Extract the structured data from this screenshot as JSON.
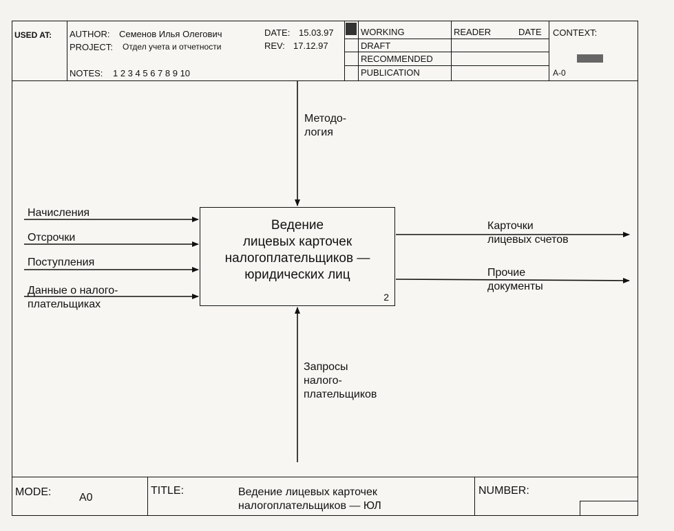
{
  "header": {
    "used_at_label": "USED AT:",
    "author_label": "AUTHOR:",
    "author_value": "Семенов Илья Олегович",
    "project_label": "PROJECT:",
    "project_value": "Отдел учета и отчетности",
    "date_label": "DATE:",
    "date_value": "15.03.97",
    "rev_label": "REV:",
    "rev_value": "17.12.97",
    "notes_label": "NOTES:",
    "notes_value": "1 2 3 4 5 6 7 8 9 10",
    "status": [
      "WORKING",
      "DRAFT",
      "RECOMMENDED",
      "PUBLICATION"
    ],
    "reader_label": "READER",
    "reader_date_label": "DATE",
    "context_label": "CONTEXT:",
    "context_node": "A-0"
  },
  "diagram": {
    "box_title_lines": [
      "Ведение",
      "лицевых карточек",
      "налогоплательщиков —",
      "юридических лиц"
    ],
    "box_number": "2",
    "control_lines": [
      "Методо-",
      "логия"
    ],
    "inputs": [
      {
        "lines": [
          "Начисления"
        ]
      },
      {
        "lines": [
          "Отсрочки"
        ]
      },
      {
        "lines": [
          "Поступления"
        ]
      },
      {
        "lines": [
          "Данные о налого-",
          "плательщиках"
        ]
      }
    ],
    "outputs": [
      {
        "lines": [
          "Карточки",
          "лицевых счетов"
        ]
      },
      {
        "lines": [
          "Прочие",
          "документы"
        ]
      }
    ],
    "mechanism_lines": [
      "Запросы",
      "налого-",
      "плательщиков"
    ]
  },
  "footer": {
    "mode_label": "MODE:",
    "mode_value": "A0",
    "title_label": "TITLE:",
    "title_lines": [
      "Ведение лицевых карточек",
      "налогоплательщиков — ЮЛ"
    ],
    "number_label": "NUMBER:"
  },
  "colors": {
    "ink": "#111111",
    "paper": "#f7f6f2"
  }
}
